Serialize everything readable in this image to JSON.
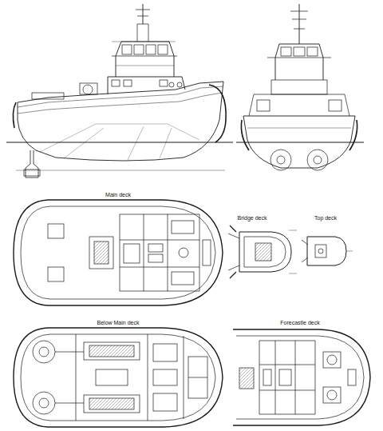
{
  "diagram": {
    "labels": [
      "Main deck",
      "Bridge deck",
      "Top deck",
      "Below Main deck",
      "Forecastle deck"
    ]
  }
}
